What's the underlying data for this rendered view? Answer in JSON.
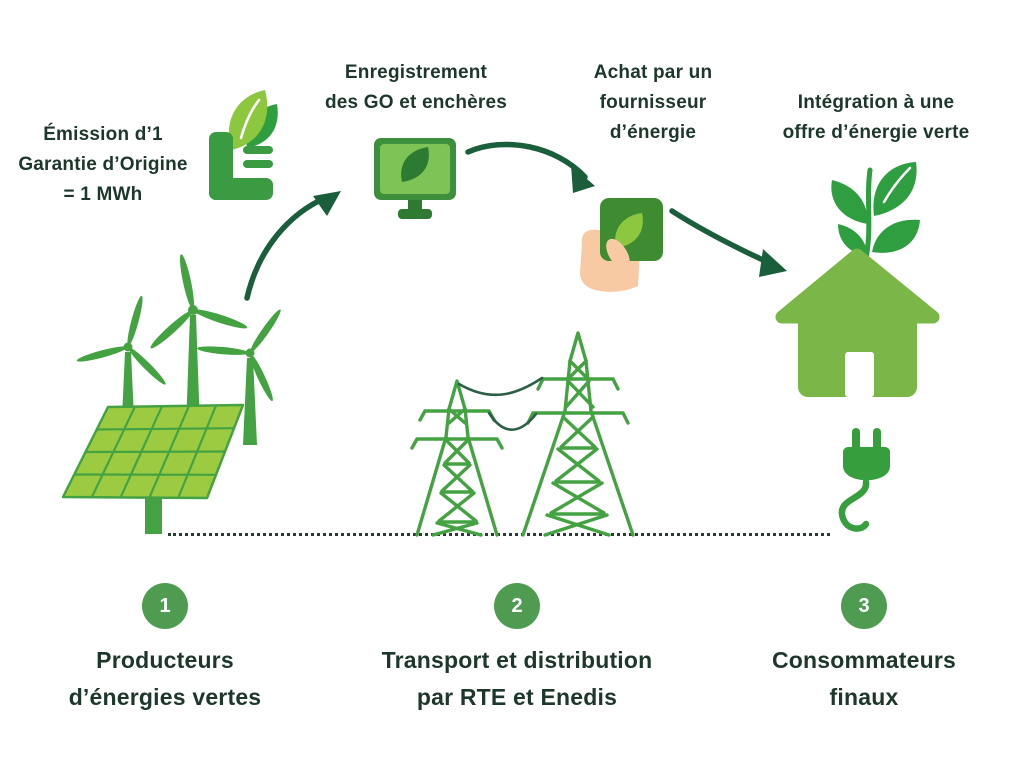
{
  "captions": {
    "emission": [
      "Émission d’1",
      "Garantie d’Origine",
      "= 1 MWh"
    ],
    "registration": [
      "Enregistrement",
      "des GO et enchères"
    ],
    "purchase": [
      "Achat par un",
      "fournisseur",
      "d’énergie"
    ],
    "integration": [
      "Intégration à une",
      "offre d’énergie verte"
    ]
  },
  "steps": [
    {
      "number": "1",
      "label": [
        "Producteurs",
        "d’énergies vertes"
      ]
    },
    {
      "number": "2",
      "label": [
        "Transport et distribution",
        "par RTE et Enedis"
      ]
    },
    {
      "number": "3",
      "label": [
        "Consommateurs",
        "finaux"
      ]
    }
  ],
  "icons": {
    "certificate-leaf-icon": "document-with-leaf",
    "monitor-leaf-icon": "computer-monitor-with-leaf-on-screen",
    "hand-card-leaf-icon": "hand-holding-green-leaf-card",
    "wind-solar-icon": "three-wind-turbines-behind-solar-panel",
    "pylons-icon": "two-electricity-transmission-towers-with-wires",
    "house-plant-icon": "green-house-with-plant-sprouting",
    "plug-icon": "power-plug-with-cord",
    "flow-arrow-icon": "hand-drawn-curved-arrow"
  },
  "colors": {
    "text": "#1e372b",
    "arrow": "#1b5e3b",
    "wire": "#2c5f46",
    "dot": "#2a3b31",
    "circle-green": "#4f9b52",
    "green-mid": "#44a243",
    "green-light": "#8dc63f",
    "panel-light": "#9ccb41",
    "house-green": "#7ab648",
    "plant-green": "#2f9e41",
    "plug-green": "#379e3e",
    "doc-green": "#3b9b42",
    "monitor-dark": "#3e8f3d",
    "monitor-stand": "#2f7a33",
    "screen-green": "#7ec356",
    "card-green": "#3e8b31",
    "leaf-dark": "#2d7a33",
    "hand": "#f8caa3"
  }
}
